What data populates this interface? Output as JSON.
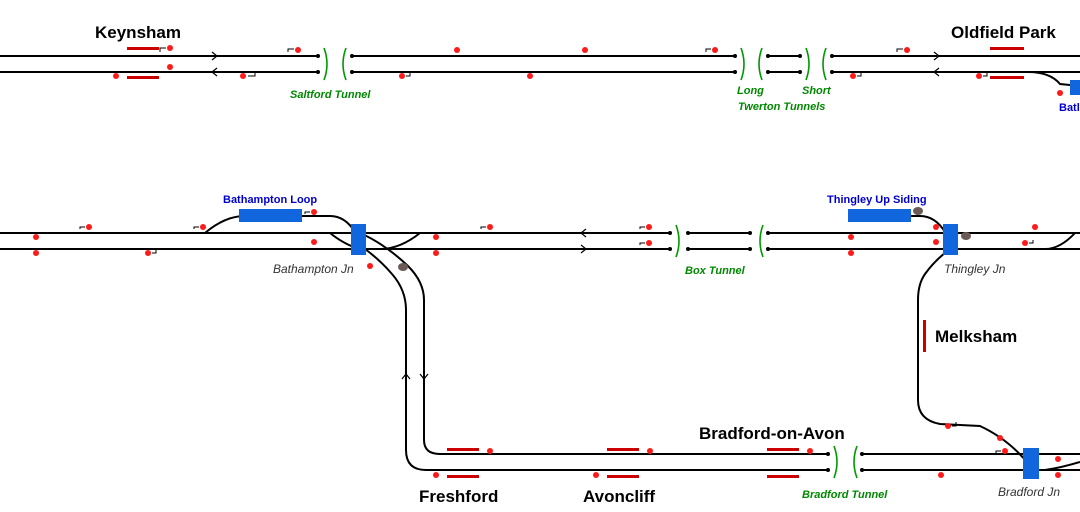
{
  "stations": {
    "keynsham": "Keynsham",
    "oldfield_park": "Oldfield Park",
    "melksham": "Melksham",
    "bradford_on_avon": "Bradford-on-Avon",
    "freshford": "Freshford",
    "avoncliff": "Avoncliff"
  },
  "locations": {
    "bathampton_loop": "Bathampton Loop",
    "thingley_up_siding": "Thingley Up Siding",
    "bath_partial": "Batl"
  },
  "junctions": {
    "bathampton_jn": "Bathampton Jn",
    "thingley_jn": "Thingley Jn",
    "bradford_jn": "Bradford Jn"
  },
  "tunnels": {
    "saltford": "Saltford Tunnel",
    "long": "Long",
    "short": "Short",
    "twerton": "Twerton Tunnels",
    "box": "Box Tunnel",
    "bradford": "Bradford Tunnel"
  },
  "colors": {
    "track": "#000000",
    "platform": "#cc0000",
    "signal": "#ff1a1a",
    "tunnel": "#009900",
    "occupancy": "#1166dd",
    "location_text": "#0000cc"
  }
}
